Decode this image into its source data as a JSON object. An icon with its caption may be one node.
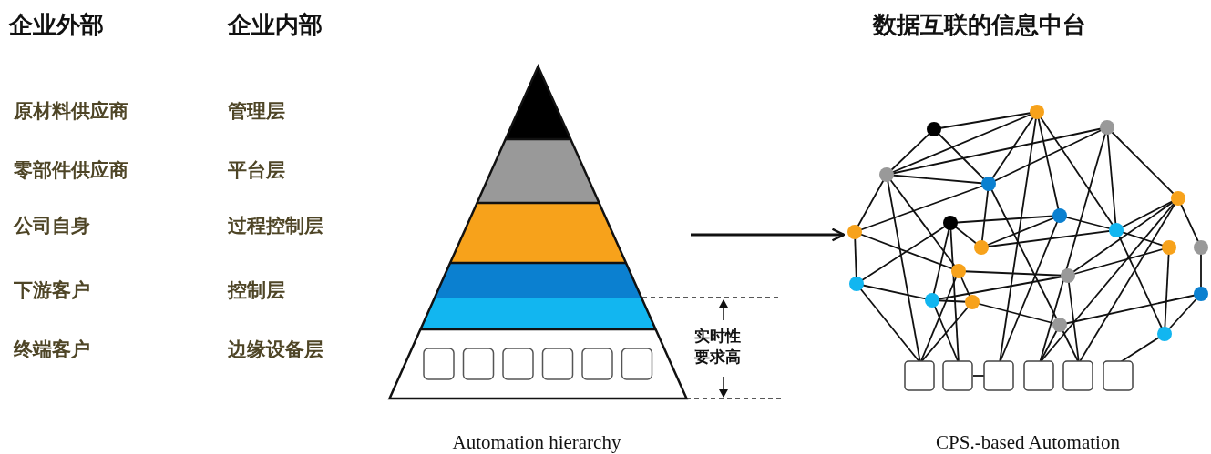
{
  "diagram": {
    "nodes": [
      {
        "text": [],
        "shape": "triangle",
        "beside": [
          "Automation hierarchy"
        ]
      },
      {
        "text": [],
        "shape": "picture",
        "beside": [
          "CPS.-based Automation"
        ]
      }
    ],
    "edges": [
      {
        "from": 0,
        "to": 1,
        "arrow": "to"
      }
    ],
    "labels": [
      "企业外部",
      "企业内部",
      "数据互联的信息中台",
      "原材料供应商",
      "管理层",
      "零部件供应商",
      "平台层",
      "公司自身",
      "过程控制层",
      "下游客户",
      "控制层",
      "终端客户",
      "边缘设备层",
      "实时性要求高"
    ]
  }
}
